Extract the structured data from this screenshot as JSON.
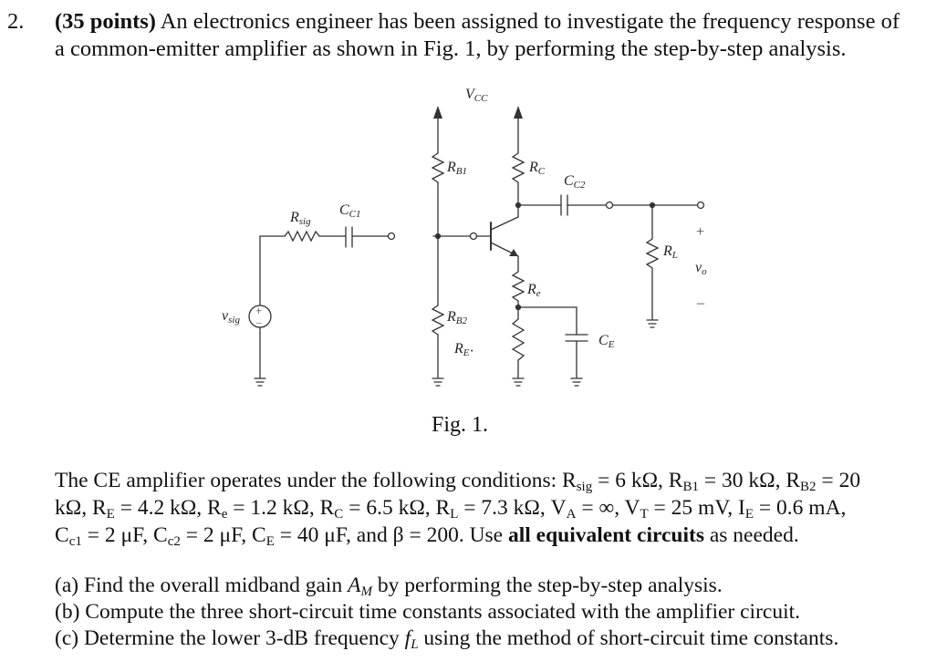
{
  "problem": {
    "number": "2.",
    "points": "(35 points)",
    "line1_rest": " An electronics engineer has been assigned to investigate the frequency response of",
    "line2": "a common-emitter amplifier as shown in Fig. 1, by performing the step-by-step analysis."
  },
  "figure": {
    "caption": "Fig. 1.",
    "labels": {
      "vcc": "V",
      "vcc_sub": "CC",
      "rb1": "R",
      "rb1_sub": "B1",
      "rc": "R",
      "rc_sub": "C",
      "cc2": "C",
      "cc2_sub": "C2",
      "cc1": "C",
      "cc1_sub": "C1",
      "rsig": "R",
      "rsig_sub": "sig",
      "rl": "R",
      "rl_sub": "L",
      "vo": "v",
      "vo_sub": "o",
      "plus": "+",
      "minus": "–",
      "re": "R",
      "re_sub": "e",
      "vsig": "v",
      "vsig_sub": "sig",
      "src_plus": "+",
      "src_minus": "–",
      "rb2": "R",
      "rb2_sub": "B2",
      "re_big": "R",
      "re_big_sub": "E",
      "re_big_mark": "·",
      "ce": "C",
      "ce_sub": "E"
    }
  },
  "conditions": {
    "intro": "The CE amplifier operates under the following conditions: R",
    "rsig_sub": "sig",
    "rsig_val": " = 6 kΩ, R",
    "rb1_sub": "B1",
    "rb1_val": " = 30 kΩ, R",
    "rb2_sub": "B2",
    "rb2_val": " = 20",
    "l2_a": "kΩ, R",
    "re_sub": "E",
    "re_val": " = 4.2 kΩ, R",
    "re2_sub": "e",
    "re2_val": " = 1.2 kΩ, R",
    "rc_sub": "C",
    "rc_val": " = 6.5 kΩ, R",
    "rl_sub": "L",
    "rl_val": " = 7.3 kΩ, V",
    "va_sub": "A",
    "va_val": " = ∞, V",
    "vt_sub": "T",
    "vt_val": " = 25 mV, I",
    "ie_sub": "E",
    "ie_val": " = 0.6 mA,",
    "l3_a": "C",
    "cc1_sub": "c1",
    "cc1_val": " = 2 μF, C",
    "cc2_sub": "c2",
    "cc2_val": " = 2 μF, C",
    "ce_sub": "E",
    "ce_val": " = 40 μF, and β = 200. Use ",
    "bold": "all equivalent circuits",
    "tail": " as needed."
  },
  "parts": {
    "a_pre": "(a) Find the overall midband gain ",
    "a_var": "A",
    "a_sub": "M",
    "a_post": " by performing the step-by-step analysis.",
    "b": "(b) Compute the three short-circuit time constants associated with the amplifier circuit.",
    "c_pre": "(c) Determine the lower 3-dB frequency ",
    "c_var": "f",
    "c_sub": "L",
    "c_post": " using the method of short-circuit time constants."
  }
}
